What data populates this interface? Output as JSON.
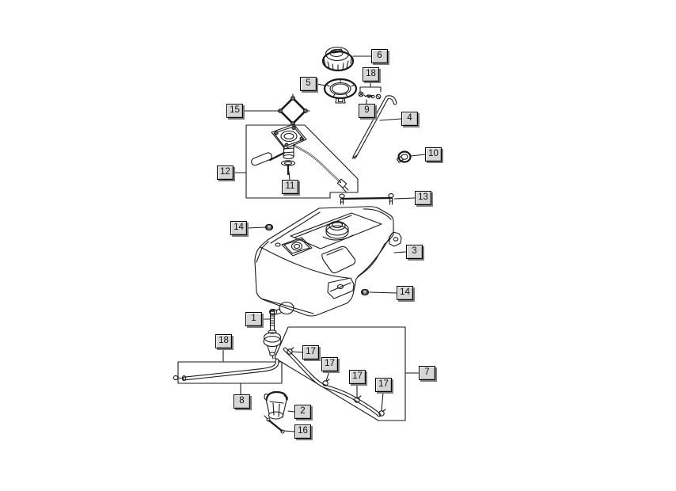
{
  "diagram": {
    "kind": "exploded-parts-diagram",
    "subject": "fuel-tank-assembly",
    "background": "#ffffff",
    "line_color": "#1a1a1a",
    "callout_box_color": "#d6d6d6"
  },
  "callouts": {
    "c6": {
      "label": "6"
    },
    "c5": {
      "label": "5"
    },
    "c18_top": {
      "label": "18"
    },
    "c9": {
      "label": "9"
    },
    "c4": {
      "label": "4"
    },
    "c15": {
      "label": "15"
    },
    "c12": {
      "label": "12"
    },
    "c11": {
      "label": "11"
    },
    "c10": {
      "label": "10"
    },
    "c13": {
      "label": "13"
    },
    "c14_left": {
      "label": "14"
    },
    "c3": {
      "label": "3"
    },
    "c14_right": {
      "label": "14"
    },
    "c1": {
      "label": "1"
    },
    "c18_bottom": {
      "label": "18"
    },
    "c17_1": {
      "label": "17"
    },
    "c17_2": {
      "label": "17"
    },
    "c17_3": {
      "label": "17"
    },
    "c17_4": {
      "label": "17"
    },
    "c7": {
      "label": "7"
    },
    "c8": {
      "label": "8"
    },
    "c2": {
      "label": "2"
    },
    "c16": {
      "label": "16"
    }
  }
}
